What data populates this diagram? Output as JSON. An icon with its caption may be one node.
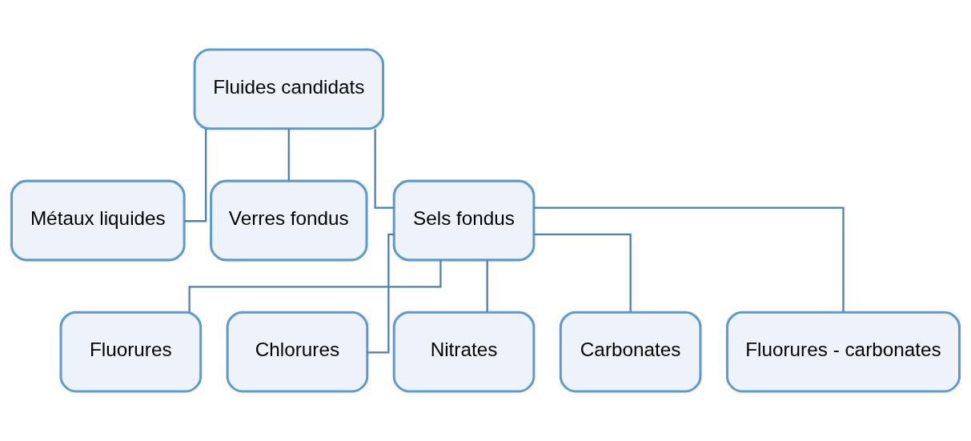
{
  "diagram": {
    "nodes": [
      {
        "text": [
          "Fluides candidats"
        ]
      },
      {
        "text": [
          "Métaux liquides"
        ]
      },
      {
        "text": [
          "Verres fondus"
        ]
      },
      {
        "text": [
          "Sels fondus"
        ]
      },
      {
        "text": [
          "Fluorures"
        ]
      },
      {
        "text": [
          "Chlorures"
        ]
      },
      {
        "text": [
          "Nitrates"
        ]
      },
      {
        "text": [
          "Carbonates"
        ]
      },
      {
        "text": [
          "Fluorures - carbonates"
        ]
      }
    ],
    "edges": [
      {
        "from": 0,
        "to": 1,
        "arrow": "none"
      },
      {
        "from": 0,
        "to": 2,
        "arrow": "none"
      },
      {
        "from": 0,
        "to": 3,
        "arrow": "none"
      },
      {
        "from": 3,
        "to": 4,
        "arrow": "none"
      },
      {
        "from": 3,
        "to": 5,
        "arrow": "none"
      },
      {
        "from": 3,
        "to": 6,
        "arrow": "none"
      },
      {
        "from": 3,
        "to": 7,
        "arrow": "none"
      },
      {
        "from": 3,
        "to": 8,
        "arrow": "none"
      }
    ]
  }
}
